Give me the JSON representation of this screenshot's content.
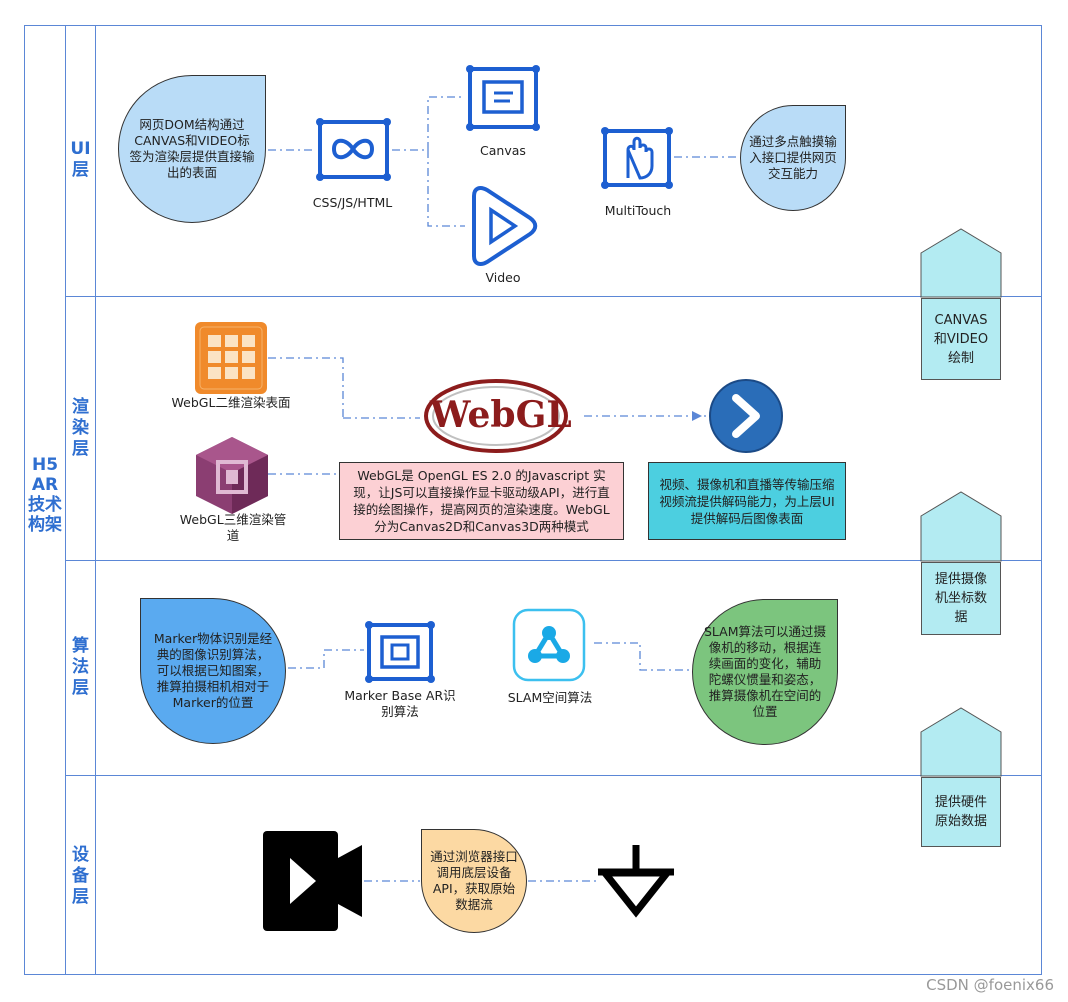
{
  "main_title": [
    "H5",
    "AR",
    "技术",
    "构架"
  ],
  "layers": {
    "ui": {
      "label": [
        "UI",
        "层"
      ],
      "dom_bubble": "网页DOM结构通过CANVAS和VIDEO标签为渲染层提供直接输出的表面",
      "css_label": "CSS/JS/HTML",
      "canvas_label": "Canvas",
      "video_label": "Video",
      "multitouch_label": "MultiTouch",
      "touch_bubble": "通过多点触摸输入接口提供网页交互能力"
    },
    "render": {
      "label": [
        "渲",
        "染",
        "层"
      ],
      "webgl2d_label": "WebGL二维渲染表面",
      "webgl3d_label": "WebGL三维渲染管道",
      "webgl_logo": "WebGL",
      "webgl_desc": "WebGL是 OpenGL ES 2.0 的Javascript 实现，让JS可以直接操作显卡驱动级API，进行直接的绘图操作，提高网页的渲染速度。WebGL分为Canvas2D和Canvas3D两种模式",
      "decode_desc": "视频、摄像机和直播等传输压缩视频流提供解码能力，为上层UI提供解码后图像表面"
    },
    "algo": {
      "label": [
        "算",
        "法",
        "层"
      ],
      "marker_bubble": "Marker物体识别是经典的图像识别算法，可以根据已知图案，推算拍摄相机相对于Marker的位置",
      "marker_label": "Marker Base AR识别算法",
      "slam_label": "SLAM空间算法",
      "slam_bubble": "SLAM算法可以通过摄像机的移动，根据连续画面的变化，辅助陀螺仪惯量和姿态，推算摄像机在空间的位置"
    },
    "device": {
      "label": [
        "设",
        "备",
        "层"
      ],
      "device_bubble": "通过浏览器接口调用底层设备API，获取原始数据流"
    }
  },
  "side_boxes": {
    "canvas_video": "CANVAS和VIDEO绘制",
    "camera_coords": "提供摄像机坐标数据",
    "hardware": "提供硬件原始数据"
  },
  "watermark": "CSDN @foenix66",
  "colors": {
    "border": "#5b87d6",
    "title": "#2f6fd0",
    "bubble_light_blue": "#b9dcf7",
    "bubble_blue": "#5aaaf0",
    "bubble_green": "#7cc57e",
    "bubble_peach": "#fcd9a3",
    "webgl_desc_bg": "#fcd0d4",
    "decode_bg": "#4ccfe0",
    "side_box_bg": "#b3ebf2",
    "icon_blue": "#1d5fd1",
    "webgl_grid_orange": "#f08a2b",
    "webgl_3d_purple": "#8b3e72",
    "chevron_blue": "#2a6db8"
  },
  "icons": [
    "infinity-icon",
    "canvas-icon",
    "video-play-icon",
    "touch-hand-icon",
    "grid-icon",
    "cube-icon",
    "webgl-logo",
    "chevron-right-icon",
    "marker-icon",
    "slam-icon",
    "camera-icon",
    "ground-icon"
  ]
}
